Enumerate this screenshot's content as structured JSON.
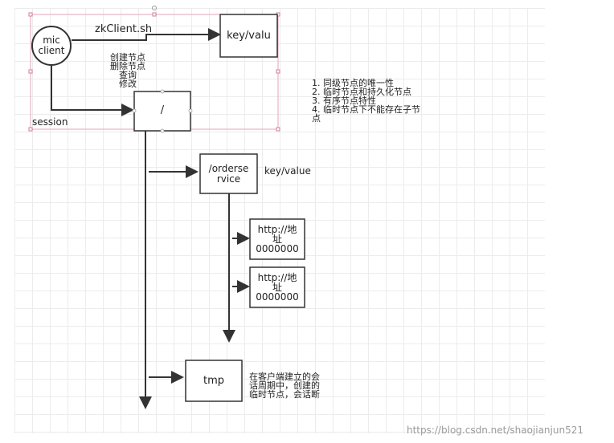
{
  "nodes": {
    "client": "mic\nclient",
    "script": "zkClient.sh",
    "key_value_top": "key/valu",
    "root": "/",
    "session": "session",
    "orderservice": "/orderse\nrvice",
    "orderservice_kv": "key/value",
    "addr1": "http://地\n址\n0000000",
    "addr2": "http://地\n址\n0000000",
    "tmp": "tmp"
  },
  "operations": [
    "创建节点",
    "删除节点",
    "查询",
    "修改"
  ],
  "notes": [
    "1. 同级节点的唯一性",
    "2. 临时节点和持久化节点",
    "3. 有序节点特性",
    "4. 临时节点下不能存在子节",
    "点"
  ],
  "tmp_note": "在客户端建立的会\n话周期中，创建的\n临时节点，会话断",
  "watermark": "https://blog.csdn.net/shaojianjun521"
}
